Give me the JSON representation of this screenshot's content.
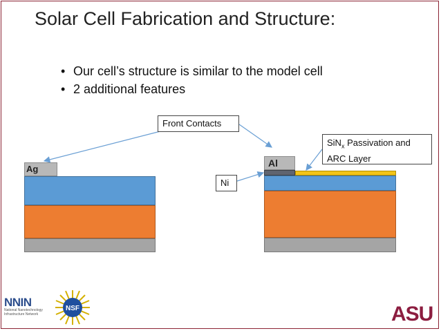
{
  "slide": {
    "title": "Solar Cell Fabrication and Structure:",
    "bullets": [
      "Our cell’s structure is similar to the model cell",
      "2 additional features"
    ]
  },
  "diagram": {
    "left_cell": {
      "contact_label": "Ag"
    },
    "right_cell": {
      "contact_label": "Al"
    },
    "callouts": {
      "front_contacts": "Front Contacts",
      "ni": "Ni",
      "sinx_prefix": "SiN",
      "sinx_sub": "x",
      "sinx_rest": " Passivation and",
      "arc_line2": "ARC Layer"
    },
    "colors": {
      "emitter_blue": "#5b9bd5",
      "base_orange": "#ed7d31",
      "back_grey": "#a5a5a5",
      "arc_yellow": "#f2c418",
      "ni_dark": "#5f6470"
    }
  },
  "footer": {
    "left_logo_text": "NNIN",
    "left_logo_small": "National Nanotechnology Infrastructure Network",
    "nsf_text": "NSF",
    "right_logo_text": "ASU"
  }
}
